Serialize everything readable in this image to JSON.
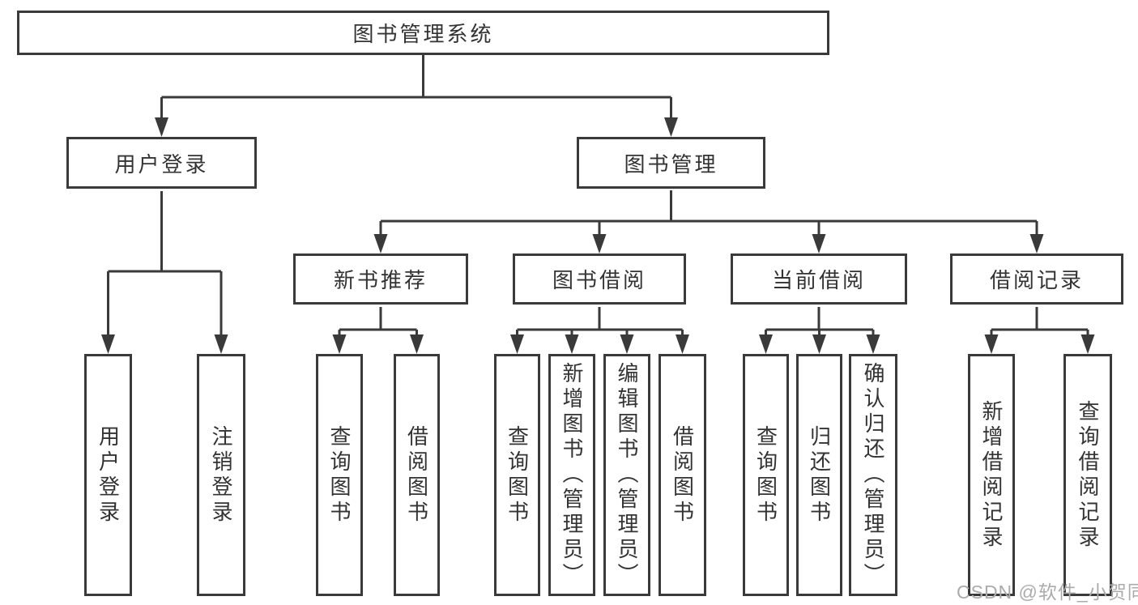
{
  "diagram": {
    "type": "tree",
    "root": {
      "label": "图书管理系统",
      "children": [
        {
          "label": "用户登录",
          "children": [
            {
              "label": "用户登录"
            },
            {
              "label": "注销登录"
            }
          ]
        },
        {
          "label": "图书管理",
          "children": [
            {
              "label": "新书推荐",
              "children": [
                {
                  "label": "查询图书"
                },
                {
                  "label": "借阅图书"
                }
              ]
            },
            {
              "label": "图书借阅",
              "children": [
                {
                  "label": "查询图书"
                },
                {
                  "label": "新增图书（管理员）"
                },
                {
                  "label": "编辑图书（管理员）"
                },
                {
                  "label": "借阅图书"
                }
              ]
            },
            {
              "label": "当前借阅",
              "children": [
                {
                  "label": "查询图书"
                },
                {
                  "label": "归还图书"
                },
                {
                  "label": "确认归还（管理员）"
                }
              ]
            },
            {
              "label": "借阅记录",
              "children": [
                {
                  "label": "新增借阅记录"
                },
                {
                  "label": "查询借阅记录"
                }
              ]
            }
          ]
        }
      ]
    }
  },
  "watermark": "CSDN @软件_小贺同学",
  "colors": {
    "line": "#3a3a3a",
    "text": "#333333",
    "background": "#ffffff",
    "watermark": "#ababab"
  }
}
